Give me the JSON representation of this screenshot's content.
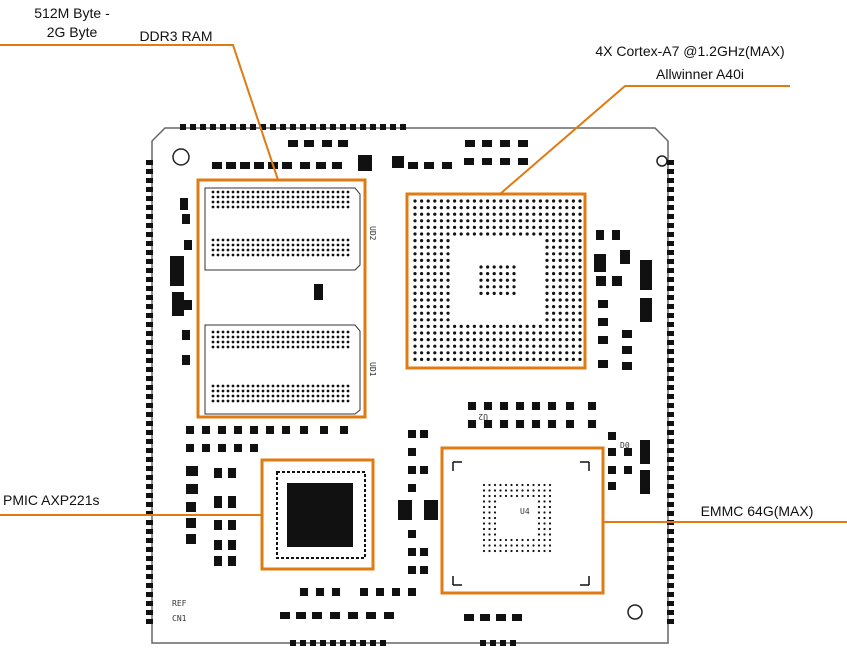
{
  "callouts": {
    "ddr_capacity_line1": "512M Byte -",
    "ddr_capacity_line2": "2G Byte",
    "ddr_type": "DDR3 RAM",
    "cpu_line1": "4X Cortex-A7 @1.2GHz(MAX)",
    "cpu_line2": "Allwinner A40i",
    "pmic": "PMIC AXP221s",
    "emmc": "EMMC 64G(MAX)"
  },
  "silkscreen": {
    "ud2": "UD2",
    "ud1": "UD1",
    "u2": "U2",
    "ref": "REF",
    "cn1": "CN1",
    "u4": "U4",
    "dio": "D0"
  },
  "colors": {
    "highlight": "#E07A12",
    "board_ink": "#111111",
    "board_outline": "#555555",
    "background": "#ffffff"
  }
}
